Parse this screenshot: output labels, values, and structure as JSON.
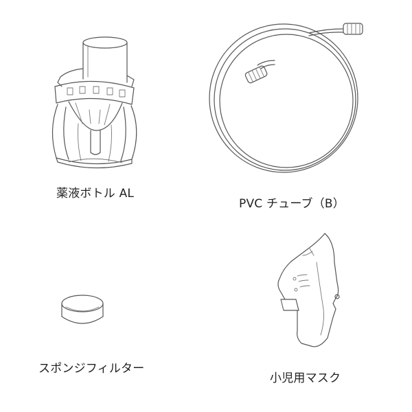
{
  "items": [
    {
      "id": "bottle",
      "label": "薬液ボトル AL",
      "icon": "medicine-bottle-icon"
    },
    {
      "id": "tube",
      "label": "PVC チューブ（B）",
      "icon": "tube-icon"
    },
    {
      "id": "filter",
      "label": "スポンジフィルター",
      "icon": "sponge-filter-icon"
    },
    {
      "id": "mask",
      "label": "小児用マスク",
      "icon": "child-mask-icon"
    }
  ],
  "colors": {
    "line": "#555555",
    "text": "#222222",
    "background": "#ffffff"
  }
}
